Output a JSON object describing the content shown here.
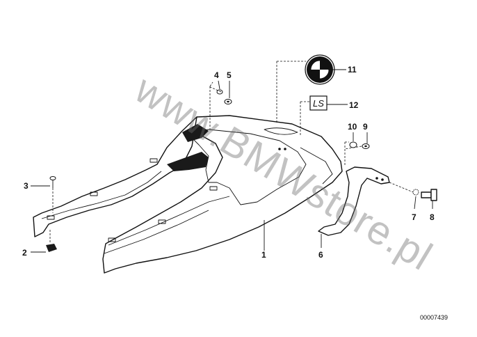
{
  "watermark": "www.BMWstore.pl",
  "diagram_number": "00007439",
  "callouts": [
    {
      "id": "1",
      "label": "1"
    },
    {
      "id": "2",
      "label": "2"
    },
    {
      "id": "3",
      "label": "3"
    },
    {
      "id": "4",
      "label": "4"
    },
    {
      "id": "5",
      "label": "5"
    },
    {
      "id": "6",
      "label": "6"
    },
    {
      "id": "7",
      "label": "7"
    },
    {
      "id": "8",
      "label": "8"
    },
    {
      "id": "9",
      "label": "9"
    },
    {
      "id": "10",
      "label": "10"
    },
    {
      "id": "11",
      "label": "11"
    },
    {
      "id": "12",
      "label": "12"
    }
  ],
  "badge_text": "LS"
}
